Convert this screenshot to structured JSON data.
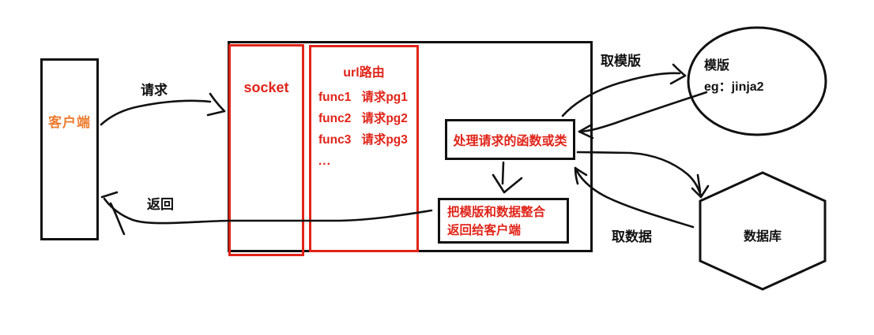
{
  "client": {
    "label": "客户端"
  },
  "socket_box": {
    "label": "socket"
  },
  "url_router": {
    "title": "url路由",
    "routes": [
      {
        "func": "func1",
        "target": "请求pg1"
      },
      {
        "func": "func2",
        "target": "请求pg2"
      },
      {
        "func": "func3",
        "target": "请求pg3"
      }
    ],
    "more": "..."
  },
  "handler": {
    "label": "处理请求的函数或类"
  },
  "merge_box": {
    "line1": "把模版和数据整合",
    "line2": "返回给客户端"
  },
  "template_node": {
    "name": "模版",
    "example": "eg：jinja2"
  },
  "database_node": {
    "label": "数据库"
  },
  "arrow_labels": {
    "request": "请求",
    "response": "返回",
    "fetch_template": "取模版",
    "fetch_data": "取数据"
  },
  "colors": {
    "box_red": "#e02419",
    "client_orange": "#ed7d31",
    "ink_black": "#111111"
  }
}
